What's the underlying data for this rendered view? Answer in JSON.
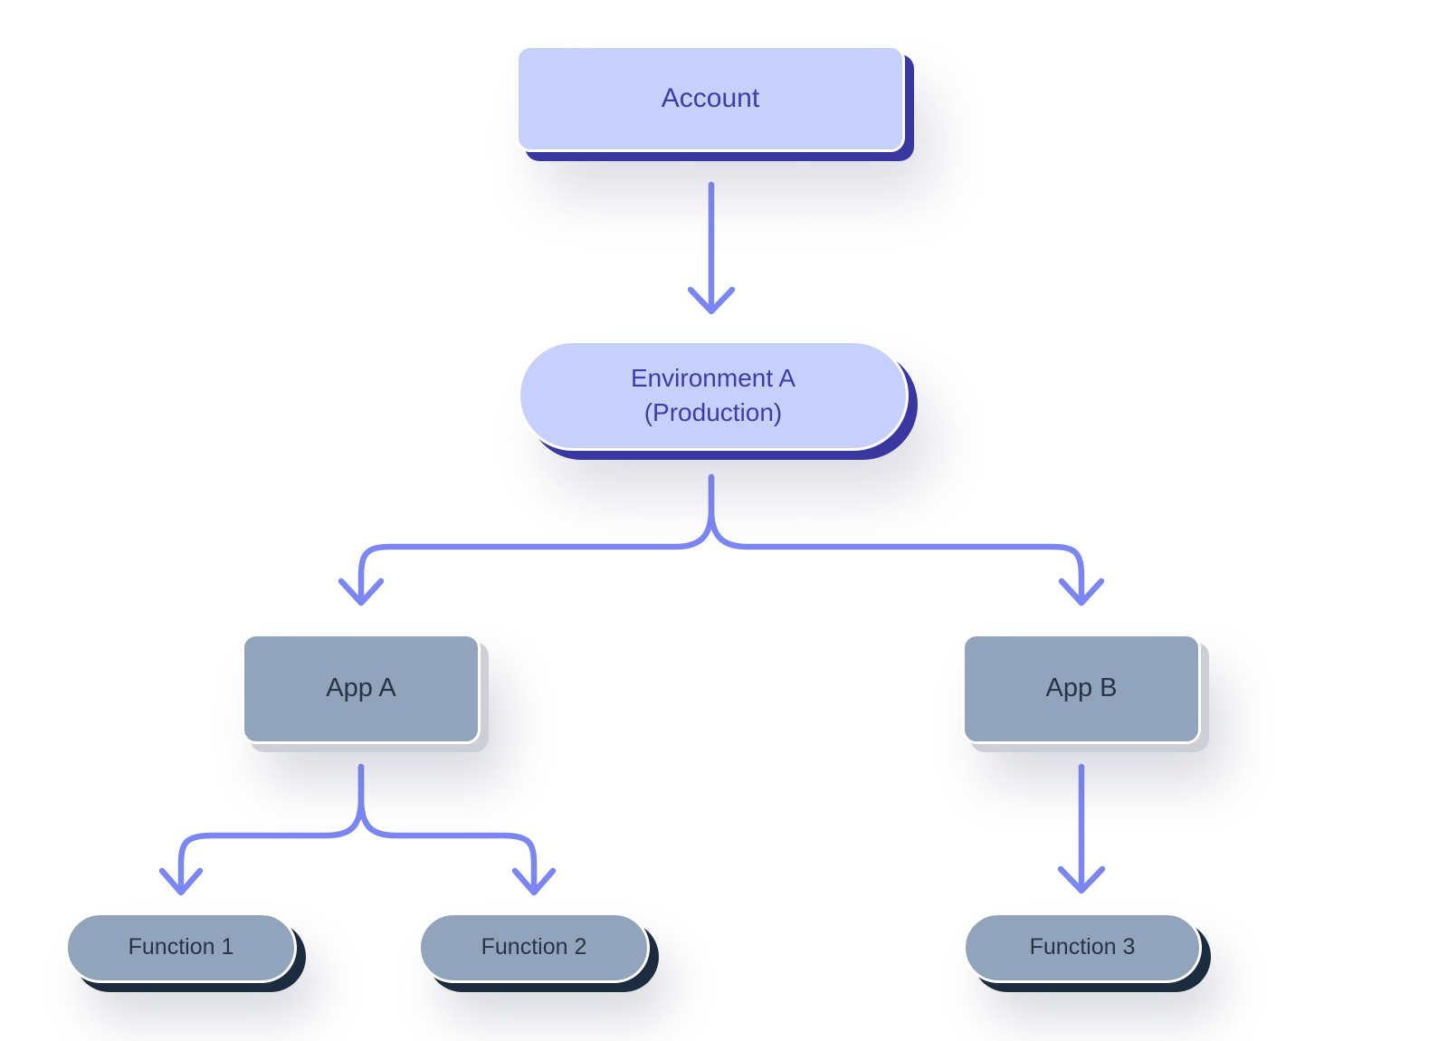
{
  "diagram": {
    "type": "hierarchy-flowchart",
    "nodes": {
      "account": {
        "label": "Account",
        "shape": "rounded-rect",
        "style": "indigo"
      },
      "environment": {
        "label_line1": "Environment A",
        "label_line2": "(Production)",
        "shape": "pill",
        "style": "indigo"
      },
      "app_a": {
        "label": "App A",
        "shape": "rounded-rect",
        "style": "slate"
      },
      "app_b": {
        "label": "App B",
        "shape": "rounded-rect",
        "style": "slate"
      },
      "function_1": {
        "label": "Function 1",
        "shape": "pill",
        "style": "slate-dark-shadow"
      },
      "function_2": {
        "label": "Function 2",
        "shape": "pill",
        "style": "slate-dark-shadow"
      },
      "function_3": {
        "label": "Function 3",
        "shape": "pill",
        "style": "slate-dark-shadow"
      }
    },
    "edges": [
      {
        "from": "account",
        "to": "environment"
      },
      {
        "from": "environment",
        "to": "app_a"
      },
      {
        "from": "environment",
        "to": "app_b"
      },
      {
        "from": "app_a",
        "to": "function_1"
      },
      {
        "from": "app_a",
        "to": "function_2"
      },
      {
        "from": "app_b",
        "to": "function_3"
      }
    ],
    "colors": {
      "background": "#ffffff",
      "connector": "#7b86f3",
      "indigo_fill": "#c7d0fb",
      "indigo_text": "#3d3caa",
      "indigo_shadow": "#3a37a0",
      "slate_fill": "#92a4bb",
      "slate_text": "#26344a",
      "slate_shadow_light": "#cdced6",
      "slate_shadow_dark": "#1d2b3f"
    }
  }
}
